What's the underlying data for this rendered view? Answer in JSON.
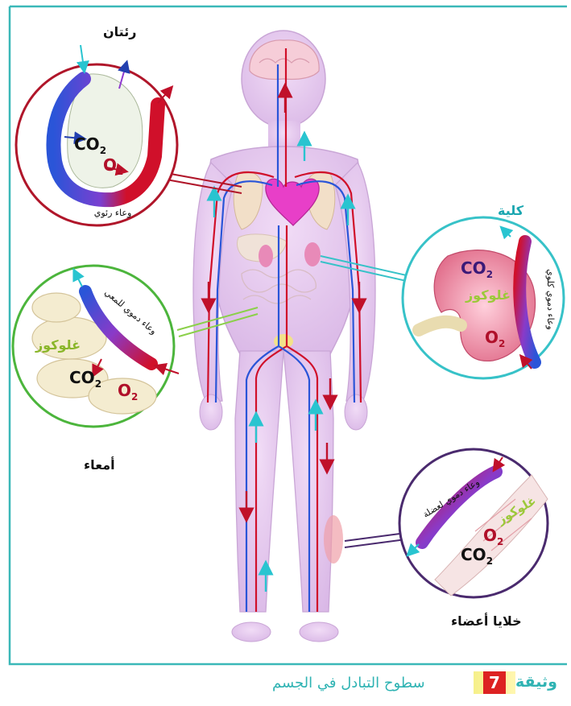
{
  "circles": {
    "lungs": {
      "title": "رئتان",
      "co2": "CO",
      "co2_sub": "2",
      "o2": "O",
      "o2_sub": "2",
      "vessel": "وعاء رئوي"
    },
    "kidney": {
      "title": "كلية",
      "co2": "CO",
      "co2_sub": "2",
      "glucose": "غلوكوز",
      "o2": "O",
      "o2_sub": "2",
      "vessel": "وعاء دموي كلوي"
    },
    "intestine": {
      "title": "أمعاء",
      "glucose": "غلوكوز",
      "co2": "CO",
      "co2_sub": "2",
      "o2": "O",
      "o2_sub": "2",
      "vessel": "وعاء دموي للمعي"
    },
    "muscle": {
      "title": "خلايا أعضاء",
      "glucose": "غلوكوز",
      "o2": "O",
      "o2_sub": "2",
      "co2": "CO",
      "co2_sub": "2",
      "vessel": "وعاء دموي لعضلة"
    }
  },
  "footer": {
    "doc_word": "وثيقة",
    "doc_number": "7",
    "title": "سطوح التبادل في الجسم"
  },
  "colors": {
    "frame": "#3ab8b8",
    "artery": "#d0102a",
    "vein": "#2a55d8",
    "lungs_ring": "#b0162a",
    "kidney_ring": "#37c2c8",
    "intestine_ring": "#4cb53c",
    "muscle_ring": "#4a2a6e",
    "body": "#e3c6ee"
  }
}
